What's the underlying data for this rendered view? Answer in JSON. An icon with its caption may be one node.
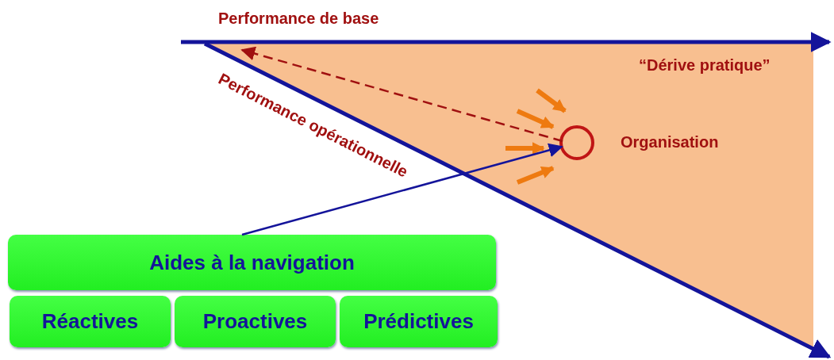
{
  "diagram": {
    "nodes": [
      {
        "text": [
          "Aides à la navigation"
        ]
      },
      {
        "text": [
          "Réactives"
        ]
      },
      {
        "text": [
          "Proactives"
        ]
      },
      {
        "text": [
          "Prédictives"
        ]
      },
      {
        "text": [],
        "shape": "circle",
        "beside": [
          "Organisation"
        ]
      }
    ],
    "edges": [
      {
        "from": 0,
        "to": 4,
        "arrow": "to"
      },
      {
        "from": 4,
        "to": null,
        "arrow": "to",
        "style": "dashed",
        "color": "#a01010"
      }
    ],
    "labels": [
      "Performance de base",
      "“Dérive pratique”",
      "Performance opérationnelle"
    ]
  }
}
